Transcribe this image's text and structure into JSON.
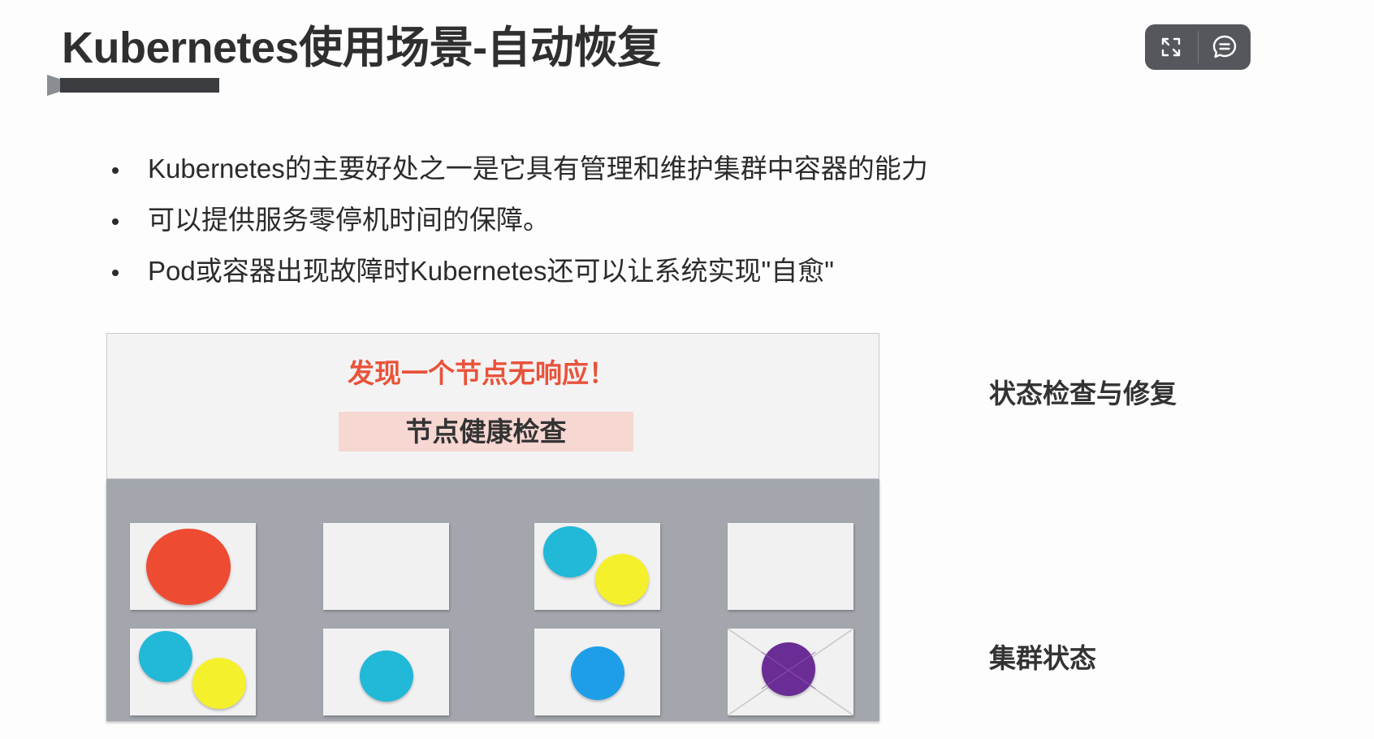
{
  "slide": {
    "title": "Kubernetes使用场景-自动恢复",
    "bullets": [
      "Kubernetes的主要好处之一是它具有管理和维护集群中容器的能力",
      "可以提供服务零停机时间的保障。",
      "Pod或容器出现故障时Kubernetes还可以让系统实现\"自愈\""
    ]
  },
  "toolbar": {
    "fullscreen_icon": "expand-icon",
    "comment_icon": "comment-icon"
  },
  "diagram": {
    "alert": "发现一个节点无响应！",
    "health_check": "节点健康检查",
    "nodes": [
      {
        "pods": [
          "red-large"
        ]
      },
      {
        "pods": []
      },
      {
        "pods": [
          "cyan",
          "yellow"
        ]
      },
      {
        "pods": []
      },
      {
        "pods": [
          "cyan",
          "yellow"
        ]
      },
      {
        "pods": [
          "cyan"
        ]
      },
      {
        "pods": [
          "blue"
        ]
      },
      {
        "pods": [
          "purple"
        ],
        "failed": true
      }
    ]
  },
  "labels": {
    "status_check": "状态检查与修复",
    "cluster_state": "集群状态"
  },
  "colors": {
    "alert": "#e8533a",
    "red_pod": "#ee4b33",
    "cyan_pod": "#22b8d8",
    "yellow_pod": "#f5f02c",
    "blue_pod": "#1e9ee8",
    "purple_pod": "#6a2c95",
    "cluster_bg": "#a3a7ad"
  }
}
